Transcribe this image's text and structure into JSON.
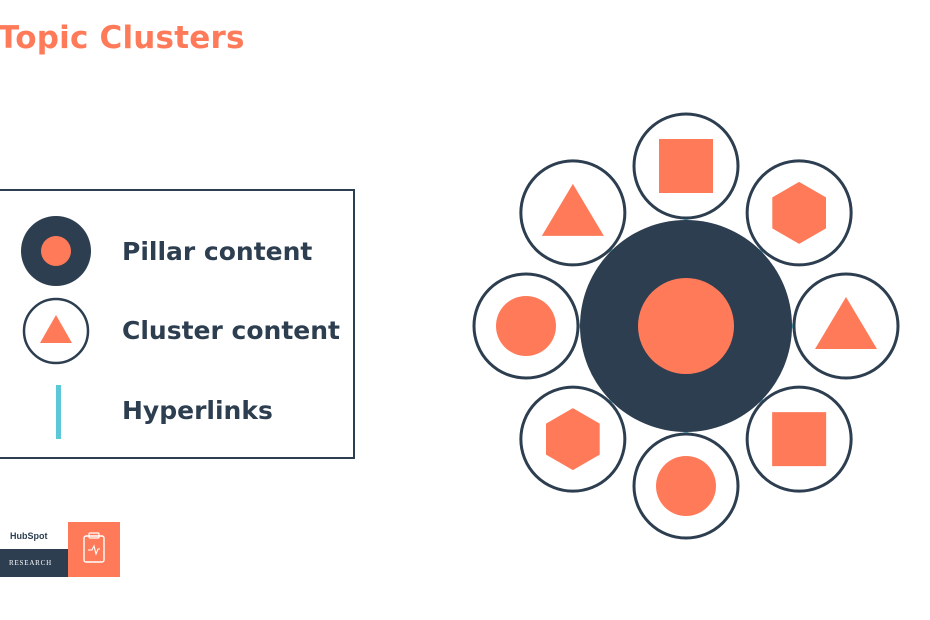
{
  "title": "Topic Clusters",
  "legend": {
    "items": [
      {
        "label": "Pillar content",
        "symbol": "pillar"
      },
      {
        "label": "Cluster content",
        "symbol": "cluster"
      },
      {
        "label": "Hyperlinks",
        "symbol": "hyperlink"
      }
    ]
  },
  "diagram": {
    "pillar_shape": "circle",
    "clusters": [
      {
        "shape": "square"
      },
      {
        "shape": "hexagon"
      },
      {
        "shape": "triangle"
      },
      {
        "shape": "square"
      },
      {
        "shape": "circle"
      },
      {
        "shape": "hexagon"
      },
      {
        "shape": "circle"
      },
      {
        "shape": "triangle"
      }
    ]
  },
  "logo": {
    "brand": "HubSpot",
    "subtitle": "RESEARCH"
  },
  "colors": {
    "navy": "#2d3e50",
    "orange": "#ff7a59",
    "teal": "#5ac8d8"
  }
}
